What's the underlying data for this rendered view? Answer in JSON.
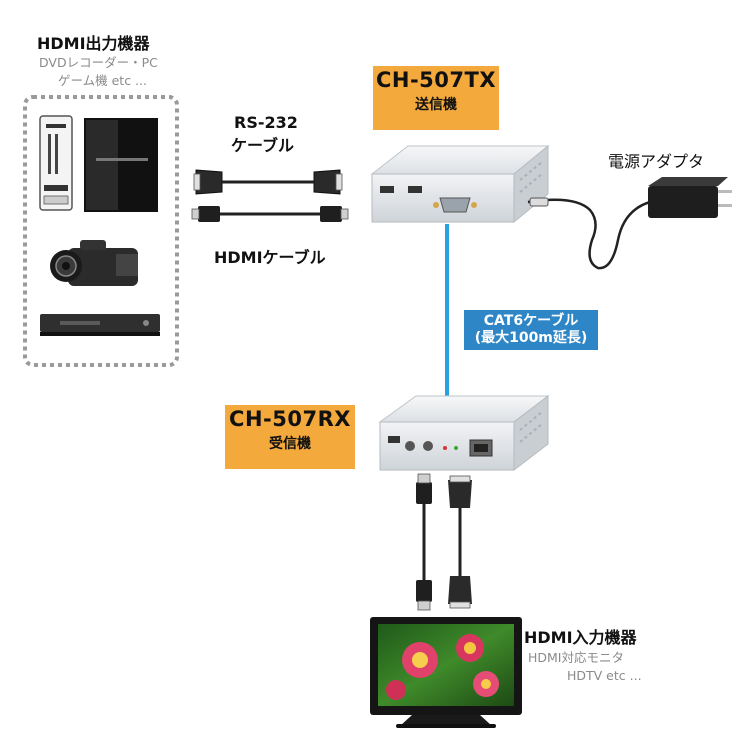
{
  "source": {
    "title": "HDMI出力機器",
    "line1": "DVDレコーダー・PC",
    "line2": "ゲーム機  etc ..."
  },
  "transmitter": {
    "model": "CH-507TX",
    "role": "送信機"
  },
  "receiver": {
    "model": "CH-507RX",
    "role": "受信機"
  },
  "rs232": {
    "line1": "RS-232",
    "line2": "ケーブル"
  },
  "hdmi_cable": "HDMIケーブル",
  "power": "電源アダプタ",
  "cat6": {
    "line1": "CAT6ケーブル",
    "line2": "(最大100m延長)"
  },
  "display": {
    "title": "HDMI入力機器",
    "line1": "HDMI対応モニタ",
    "line2": "HDTV  etc ..."
  },
  "colors": {
    "badge": "#f3a93c",
    "cat6_line": "#29a3e0",
    "cat6_label": "#2f86c6",
    "device_body": "#e9ecef"
  }
}
